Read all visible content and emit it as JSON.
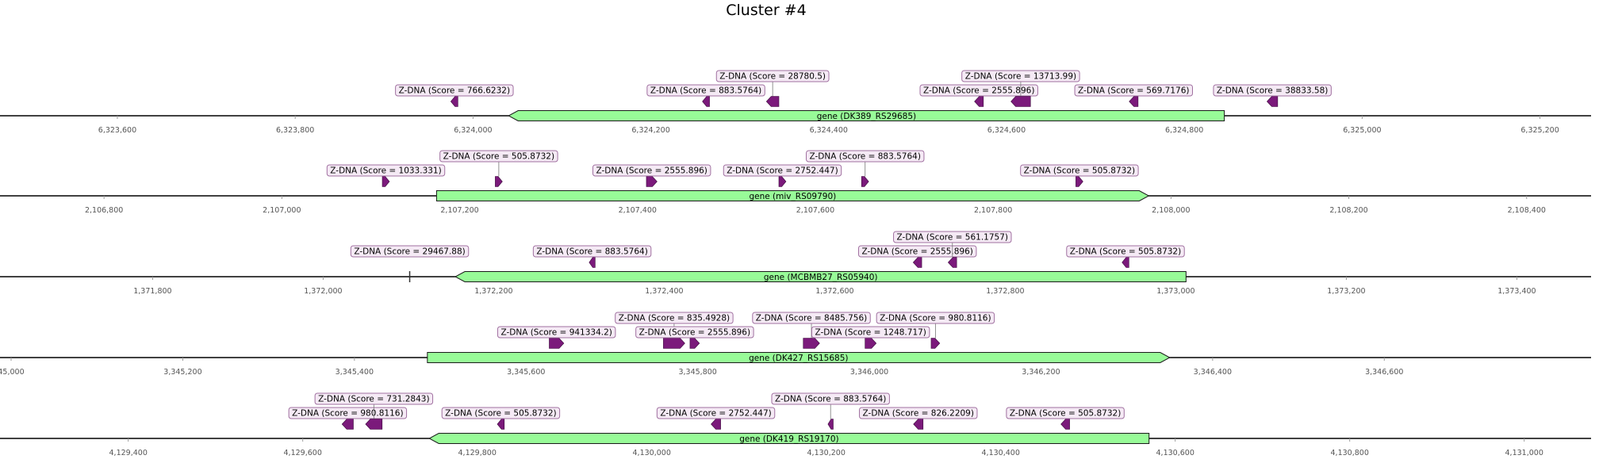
{
  "title": "Cluster #4",
  "colors": {
    "gene_fill": "#98fb98",
    "gene_stroke": "#1a1a1a",
    "feature_fill": "#7b1a7b",
    "axis_line": "#000000",
    "tick_label": "#555555"
  },
  "tracks": [
    {
      "gene": {
        "label": "gene (DK389_RS29685)",
        "start": 6324040,
        "end": 6324845,
        "strand": "-"
      },
      "ticks": [
        "6,323,600",
        "6,323,800",
        "6,324,000",
        "6,324,200",
        "6,324,400",
        "6,324,600",
        "6,324,800",
        "6,325,000",
        "6,325,200"
      ],
      "features": [
        {
          "label": "Z-DNA (Score = 766.6232)",
          "pos": 6323975,
          "len": 8,
          "strand": "-"
        },
        {
          "label": "Z-DNA (Score = 883.5764)",
          "pos": 6324258,
          "len": 8,
          "strand": "-"
        },
        {
          "label": "Z-DNA (Score = 28780.5)",
          "pos": 6324330,
          "len": 14,
          "strand": "-"
        },
        {
          "label": "Z-DNA (Score = 2555.896)",
          "pos": 6324564,
          "len": 10,
          "strand": "-"
        },
        {
          "label": "Z-DNA (Score = 13713.99)",
          "pos": 6324605,
          "len": 22,
          "strand": "-"
        },
        {
          "label": "Z-DNA (Score = 569.7176)",
          "pos": 6324738,
          "len": 10,
          "strand": "-"
        },
        {
          "label": "Z-DNA (Score = 38833.58)",
          "pos": 6324893,
          "len": 12,
          "strand": "-"
        }
      ]
    },
    {
      "gene": {
        "label": "gene (miv_RS09790)",
        "start": 2107174,
        "end": 2107975,
        "strand": "+"
      },
      "ticks": [
        "2,106,800",
        "2,107,000",
        "2,107,200",
        "2,107,400",
        "2,107,600",
        "2,107,800",
        "2,108,000",
        "2,108,200",
        "2,108,400"
      ],
      "features": [
        {
          "label": "Z-DNA (Score = 1033.331)",
          "pos": 2107113,
          "len": 8,
          "strand": "+"
        },
        {
          "label": "Z-DNA (Score = 505.8732)",
          "pos": 2107240,
          "len": 8,
          "strand": "+"
        },
        {
          "label": "Z-DNA (Score = 2555.896)",
          "pos": 2107410,
          "len": 12,
          "strand": "+"
        },
        {
          "label": "Z-DNA (Score = 2752.447)",
          "pos": 2107559,
          "len": 8,
          "strand": "+"
        },
        {
          "label": "Z-DNA (Score = 883.5764)",
          "pos": 2107652,
          "len": 8,
          "strand": "+"
        },
        {
          "label": "Z-DNA (Score = 505.8732)",
          "pos": 2107893,
          "len": 8,
          "strand": "+"
        }
      ]
    },
    {
      "gene": {
        "label": "gene (MCBMB27_RS05940)",
        "start": 1372155,
        "end": 1373012,
        "strand": "-"
      },
      "ticks": [
        "1,371,800",
        "1,372,000",
        "1,372,200",
        "1,372,400",
        "1,372,600",
        "1,372,800",
        "1,373,000",
        "1,373,200",
        "1,373,400"
      ],
      "features": [
        {
          "label": "Z-DNA (Score = 29467.88)",
          "pos": 1372101,
          "len": 1,
          "strand": "-"
        },
        {
          "label": "Z-DNA (Score = 883.5764)",
          "pos": 1372312,
          "len": 7,
          "strand": "-"
        },
        {
          "label": "Z-DNA (Score = 2555.896)",
          "pos": 1372692,
          "len": 10,
          "strand": "-"
        },
        {
          "label": "Z-DNA (Score = 561.1757)",
          "pos": 1372733,
          "len": 10,
          "strand": "-"
        },
        {
          "label": "Z-DNA (Score = 505.8732)",
          "pos": 1372937,
          "len": 8,
          "strand": "-"
        }
      ]
    },
    {
      "gene": {
        "label": "gene (DK427_RS15685)",
        "start": 3345485,
        "end": 3346350,
        "strand": "+"
      },
      "ticks": [
        "45,000",
        "3,345,200",
        "3,345,400",
        "3,345,600",
        "3,345,800",
        "3,346,000",
        "3,346,200",
        "3,346,400",
        "3,346,600"
      ],
      "features": [
        {
          "label": "Z-DNA (Score = 941334.2)",
          "pos": 3345627,
          "len": 17,
          "strand": "+"
        },
        {
          "label": "Z-DNA (Score = 835.4928)",
          "pos": 3345760,
          "len": 25,
          "strand": "+"
        },
        {
          "label": "Z-DNA (Score = 2555.896)",
          "pos": 3345791,
          "len": 11,
          "strand": "+"
        },
        {
          "label": "Z-DNA (Score = 8485.756)",
          "pos": 3345923,
          "len": 19,
          "strand": "+"
        },
        {
          "label": "Z-DNA (Score = 1248.717)",
          "pos": 3345995,
          "len": 13,
          "strand": "+"
        },
        {
          "label": "Z-DNA (Score = 980.8116)",
          "pos": 3346072,
          "len": 10,
          "strand": "+"
        }
      ]
    },
    {
      "gene": {
        "label": "gene (DK419_RS19170)",
        "start": 4129745,
        "end": 4130570,
        "strand": "-"
      },
      "ticks": [
        "4,129,400",
        "4,129,600",
        "4,129,800",
        "4,130,000",
        "4,130,200",
        "4,130,400",
        "4,130,600",
        "4,130,800",
        "4,131,000"
      ],
      "features": [
        {
          "label": "Z-DNA (Score = 980.8116)",
          "pos": 4129645,
          "len": 13,
          "strand": "-"
        },
        {
          "label": "Z-DNA (Score = 731.2843)",
          "pos": 4129672,
          "len": 19,
          "strand": "-"
        },
        {
          "label": "Z-DNA (Score = 505.8732)",
          "pos": 4129823,
          "len": 8,
          "strand": "-"
        },
        {
          "label": "Z-DNA (Score = 2752.447)",
          "pos": 4130068,
          "len": 11,
          "strand": "-"
        },
        {
          "label": "Z-DNA (Score = 883.5764)",
          "pos": 4130202,
          "len": 6,
          "strand": "-"
        },
        {
          "label": "Z-DNA (Score = 826.2209)",
          "pos": 4130300,
          "len": 11,
          "strand": "-"
        },
        {
          "label": "Z-DNA (Score = 505.8732)",
          "pos": 4130469,
          "len": 10,
          "strand": "-"
        }
      ]
    }
  ]
}
